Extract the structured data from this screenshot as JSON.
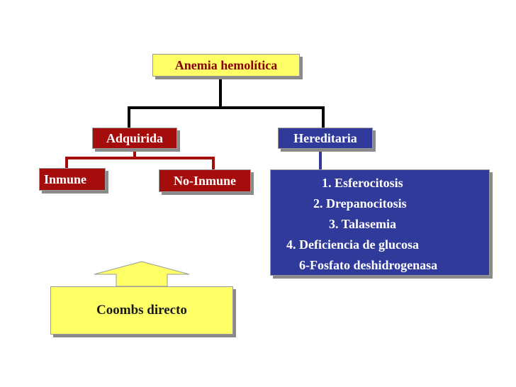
{
  "diagram": {
    "root": "Anemia hemolítica",
    "acquired": "Adquirida",
    "hereditary": "Hereditaria",
    "immune": "Inmune",
    "non_immune": "No-Inmune",
    "hereditary_list": [
      "1.  Esferocitosis",
      "2.  Drepanocitosis",
      "3.  Talasemia",
      "4.  Deficiencia de glucosa",
      "6-Fosfato deshidrogenasa"
    ],
    "test": "Coombs directo"
  },
  "colors": {
    "yellow_box": "#ffff66",
    "red_box": "#a50d0d",
    "blue_box": "#2f3a9a",
    "tree_lines": "#000000"
  }
}
